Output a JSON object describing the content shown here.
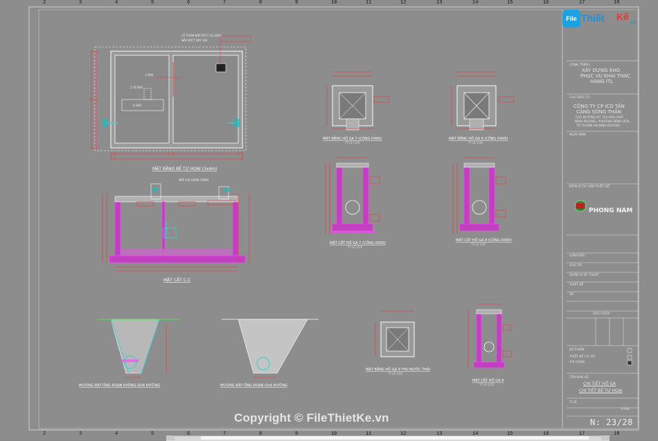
{
  "logo": {
    "mark": "File",
    "name_a": "Thiết",
    "name_b": "Kế",
    "domain": ".vn"
  },
  "watermark": "Copyright © FileThietKe.vn",
  "rulers": {
    "top": [
      "2",
      "3",
      "4",
      "5",
      "6",
      "7",
      "8",
      "9",
      "10",
      "11",
      "12",
      "13",
      "14",
      "15",
      "16",
      "17",
      "18"
    ],
    "bottom": [
      "2",
      "3",
      "4",
      "5",
      "6",
      "7",
      "8",
      "9",
      "10",
      "11",
      "12",
      "13",
      "14",
      "15",
      "16",
      "17",
      "18"
    ]
  },
  "views": {
    "plan_title": "MẶT BẰNG BỂ TỰ HOẠI (3x4m)",
    "section_title": "MẶT CẮT C-C",
    "pit7_plan_title": "MẶT BẰNG HỐ GA 7 (CỐNG D400)",
    "pit7_plan_scale": "TỶ LỆ 1/20",
    "pit8_plan_title": "MẶT BẰNG HỐ GA 8 (CỐNG D400)",
    "pit8_plan_scale": "TỶ LỆ 1/20",
    "pit7_sec_title": "MẶT CẮT HỐ GA 7 (CỐNG D400)",
    "pit7_sec_scale": "TỶ LỆ 1/20",
    "pit8_sec_title": "MẶT CẮT HỐ GA 8 (CỐNG D400)",
    "pit8_sec_scale": "TỶ LỆ 1/20",
    "trench1_title": "MƯƠNG ĐẶT ỐNG ĐOẠN KHÔNG QUA ĐƯỜNG",
    "trench2_title": "MƯƠNG ĐẶT ỐNG ĐOẠN QUA ĐƯỜNG",
    "pit9_plan_title": "MẶT BẰNG HỐ GA 9 THU NƯỚC THẢI",
    "pit9_plan_scale": "TỶ LỆ 1/20",
    "pit9_sec_title": "MẶT CẮT HỐ GA 9",
    "pit9_sec_scale": "TỶ LỆ 1/20",
    "note_top": "LỖ THĂM NẮP BTCT (D=600)",
    "note_slab": "NẮP BTCT DÀY 100",
    "note_top2": "NẮP GIẢ HOÀN THIỆN"
  },
  "title_block": {
    "project_label": "CÔNG TRÌNH:",
    "project_line1": "XÂY DỰNG KHO",
    "project_line2": "PHỤC VỤ KHAI THÁC",
    "project_line3": "HÀNG ITL",
    "owner_label": "CHỦ ĐẦU TƯ:",
    "owner_line1": "CÔNG TY CP ICD TÂN",
    "owner_line2": "CẢNG SÓNG THẦN",
    "owner_line3": "7/20 ĐƯỜNG ĐT 743 KHU PHỐ",
    "owner_line4": "BÌNH ĐƯỜNG, PHƯỜNG BÌNH HÒA,",
    "owner_line5": "TX THUẬN AN BÌNH DƯƠNG",
    "date_label": "NGÀY BẢN:",
    "consultant_label": "ĐƠN VỊ TƯ VẤN THIẾT KẾ:",
    "consultant_name": "PHONG NAM",
    "row_approve": "GIÁM ĐỐC",
    "row_head": "CHỦ TRÌ",
    "row_check": "QUẢN LÝ KỸ THUẬT",
    "row_design": "THIẾT KẾ",
    "row_draw": "VẼ",
    "revision_label": "SỬA CHỮA",
    "status1": "SỐ PHIÊN:",
    "status2": "THIẾT KẾ CƠ SỞ",
    "status3": "THI CÔNG",
    "sheet_name_label": "TÊN BẢN VẼ:",
    "sheet_name1": "CHI TIẾT HỐ GA",
    "sheet_name2": "CHI TIẾT BỂ TỰ HOẠI",
    "scale_label": "TỈ LỆ",
    "scale_value": "1/100",
    "page_label": "N: 23/28"
  },
  "colors": {
    "background": "#8d8d8d",
    "line": "#f0f0f0",
    "dimension": "#ff2a2a",
    "hatch": "#ff40ff",
    "pipe": "#3fd0d0",
    "green": "#30ff30"
  },
  "scrollbar": {
    "label": ""
  }
}
